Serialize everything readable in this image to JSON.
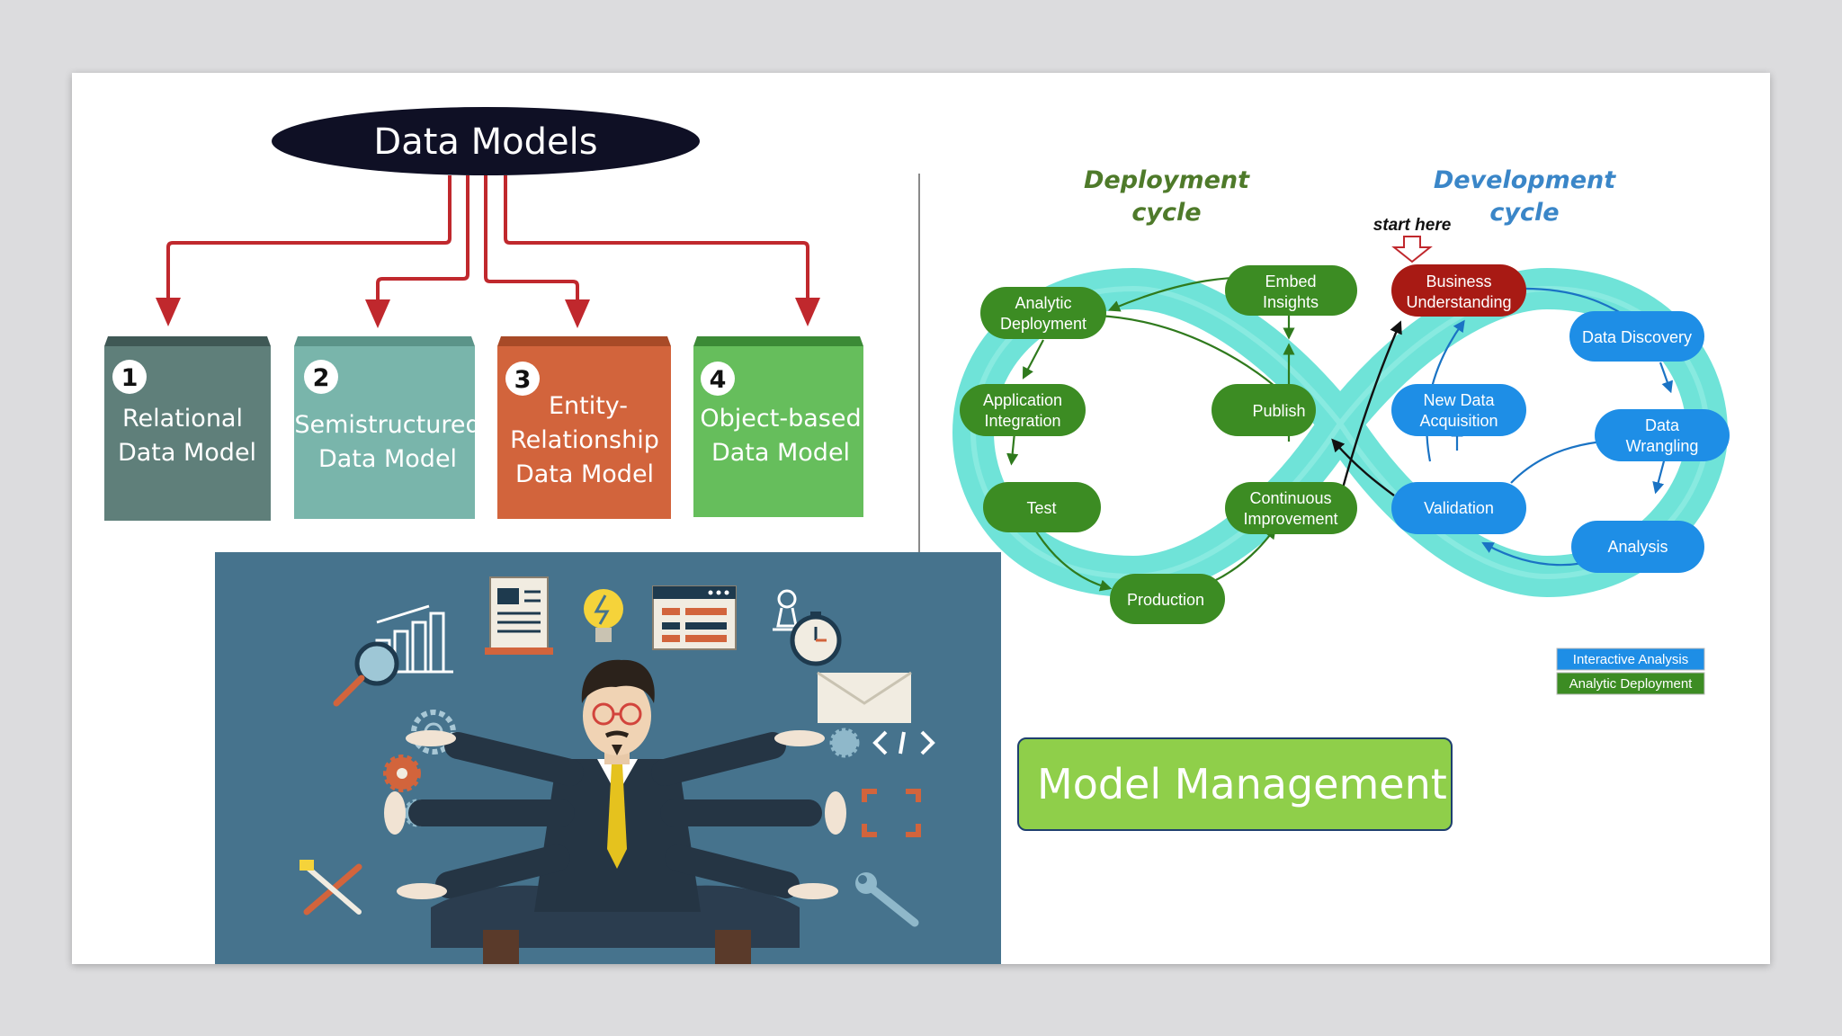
{
  "data_models": {
    "title": "Data Models",
    "boxes": [
      {
        "num": "1",
        "lines": [
          "Relational",
          "Data Model"
        ],
        "color": "#5f7f7a"
      },
      {
        "num": "2",
        "lines": [
          "Semistructured",
          "Data Model"
        ],
        "color": "#79b5ab"
      },
      {
        "num": "3",
        "lines": [
          "Entity-",
          "Relationship",
          "Data Model"
        ],
        "color": "#d2643c"
      },
      {
        "num": "4",
        "lines": [
          "Object-based",
          "Data Model"
        ],
        "color": "#66be5c"
      }
    ],
    "arrow_color": "#c0282d"
  },
  "cycles": {
    "deployment_title": [
      "Deployment",
      "cycle"
    ],
    "development_title": [
      "Development",
      "cycle"
    ],
    "start_here": "start here",
    "deployment_nodes": {
      "analytic_deployment": [
        "Analytic",
        "Deployment"
      ],
      "embed_insights": [
        "Embed",
        "Insights"
      ],
      "application_integration": [
        "Application",
        "Integration"
      ],
      "publish": [
        "Publish"
      ],
      "test": [
        "Test"
      ],
      "continuous_improvement": [
        "Continuous",
        "Improvement"
      ],
      "production": [
        "Production"
      ]
    },
    "development_nodes": {
      "business_understanding": [
        "Business",
        "Understanding"
      ],
      "data_discovery": [
        "Data Discovery"
      ],
      "new_data_acquisition": [
        "New Data",
        "Acquisition"
      ],
      "data_wrangling": [
        "Data",
        "Wrangling"
      ],
      "validation": [
        "Validation"
      ],
      "analysis": [
        "Analysis"
      ]
    },
    "legend": [
      "Interactive Analysis",
      "Analytic Deployment"
    ],
    "colors": {
      "deployment_green": "#3c8c23",
      "development_blue": "#1e8ee6",
      "business_red": "#a81a14",
      "loop_cyan": "#6fe3d8",
      "title_green": "#4e7a2a",
      "title_blue": "#3a86c8"
    }
  },
  "model_management": {
    "label": "Model Management"
  }
}
